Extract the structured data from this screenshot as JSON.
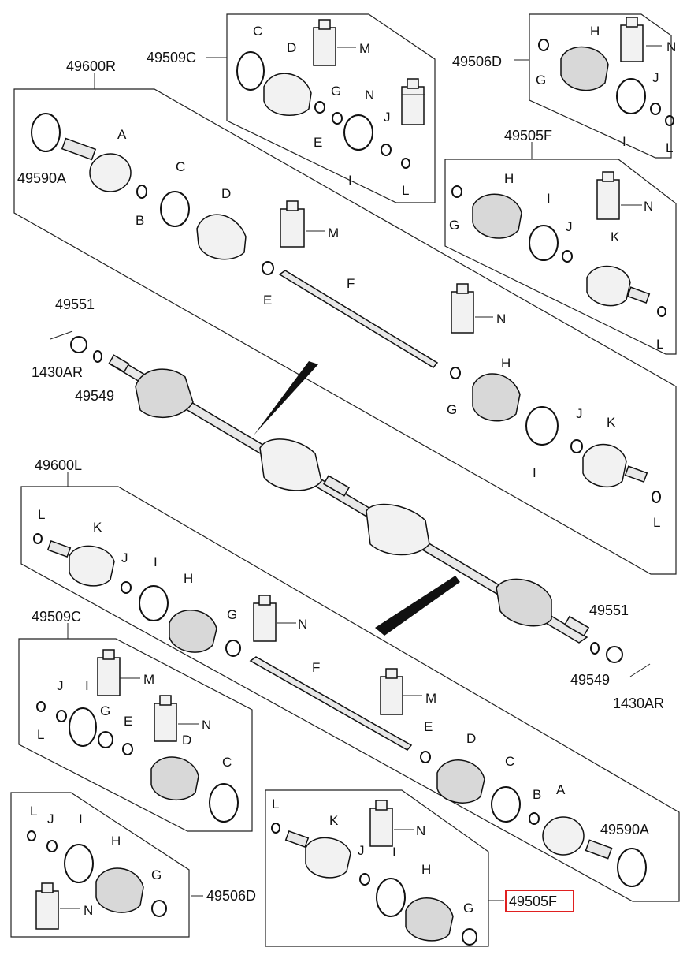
{
  "diagram": {
    "highlight_color": "#e02020",
    "labels": {
      "grp_49600R": "49600R",
      "grp_49600L": "49600L",
      "grp_49509C_top": "49509C",
      "grp_49509C_bot": "49509C",
      "grp_49506D_top": "49506D",
      "grp_49506D_bot": "49506D",
      "grp_49505F_top": "49505F",
      "grp_49505F_bot": "49505F",
      "p49590A_top": "49590A",
      "p49590A_bot": "49590A",
      "p49551_top": "49551",
      "p49551_bot": "49551",
      "p49549_top": "49549",
      "p49549_bot": "49549",
      "p1430AR_top": "1430AR",
      "p1430AR_bot": "1430AR",
      "A": "A",
      "B": "B",
      "C": "C",
      "D": "D",
      "E": "E",
      "F": "F",
      "G": "G",
      "H": "H",
      "I": "I",
      "J": "J",
      "K": "K",
      "L": "L",
      "M": "M",
      "N": "N"
    }
  }
}
